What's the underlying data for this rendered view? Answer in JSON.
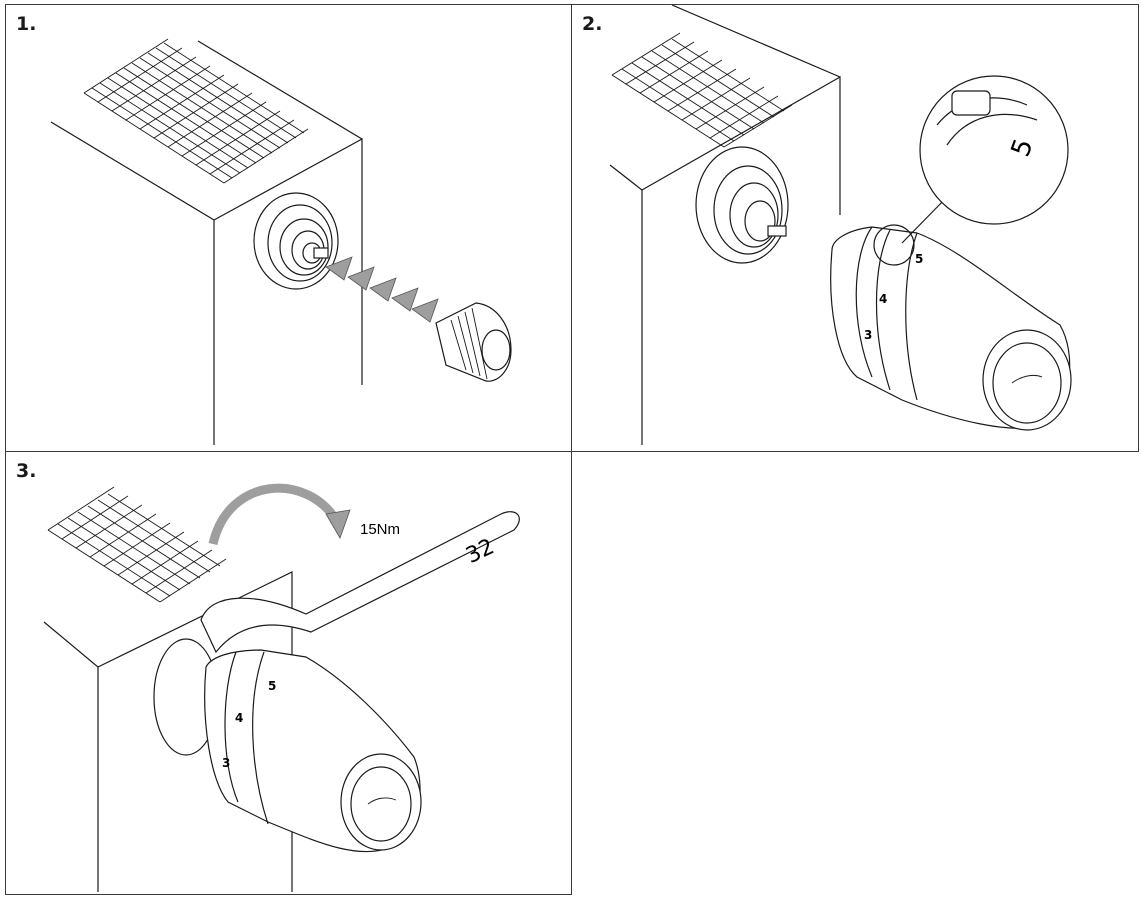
{
  "panels": [
    {
      "step": "1."
    },
    {
      "step": "2.",
      "zoom_value": "5"
    },
    {
      "step": "3.",
      "torque": "15Nm",
      "wrench_size": "32"
    }
  ],
  "dial_marks": [
    "3",
    "4",
    "5"
  ],
  "colors": {
    "line": "#1a1a1a",
    "arrow": "#9e9e9e",
    "background": "#ffffff"
  }
}
